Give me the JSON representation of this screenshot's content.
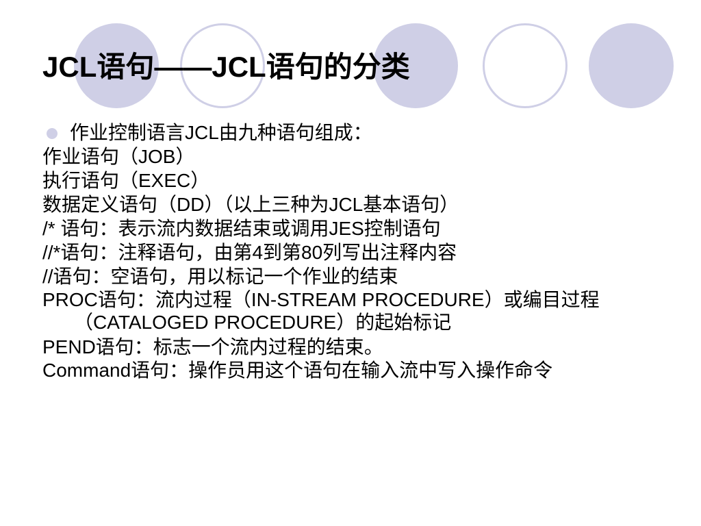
{
  "slide": {
    "title": "JCL语句——JCL语句的分类",
    "bullet": "作业控制语言JCL由九种语句组成：",
    "lines": [
      "作业语句（JOB）",
      "执行语句（EXEC）",
      "数据定义语句（DD）（以上三种为JCL基本语句）",
      "/* 语句：表示流内数据结束或调用JES控制语句",
      "//*语句：注释语句，由第4到第80列写出注释内容",
      "//语句：空语句，用以标记一个作业的结束",
      "PROC语句：流内过程（IN-STREAM PROCEDURE）或编目过程（CATALOGED PROCEDURE）的起始标记",
      "PEND语句：标志一个流内过程的结束。",
      "Command语句：操作员用这个语句在输入流中写入操作命令"
    ]
  },
  "colors": {
    "accent": "#cfcfe6",
    "text": "#000000",
    "background": "#ffffff"
  }
}
